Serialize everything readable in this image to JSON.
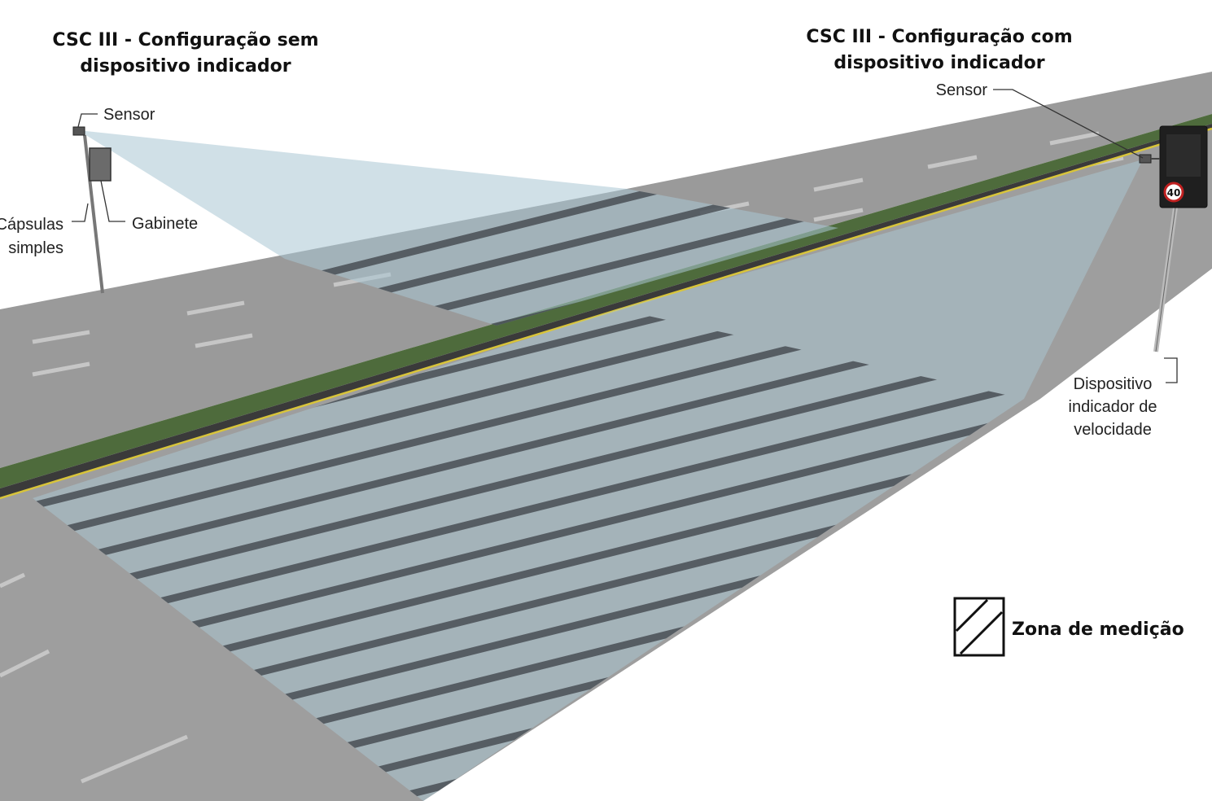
{
  "left_config": {
    "title_line1": "CSC III - Configuração sem",
    "title_line2": "dispositivo indicador",
    "sensor_label": "Sensor",
    "capsules_label_line1": "Cápsulas",
    "capsules_label_line2": "simples",
    "cabinet_label": "Gabinete"
  },
  "right_config": {
    "title_line1": "CSC III - Configuração com",
    "title_line2": "dispositivo indicador",
    "sensor_label": "Sensor",
    "device_label_line1": "Dispositivo",
    "device_label_line2": "indicador de",
    "device_label_line3": "velocidade",
    "speed_sign_value": "40"
  },
  "legend": {
    "label": "Zona de medição",
    "icon": "hatched-square-icon"
  },
  "colors": {
    "road": "#9a9a9a",
    "lane_marking": "#c4c4c4",
    "median_grass": "#4e6b3c",
    "median_yellow": "#d8c43a",
    "beam": "#a9c7d4",
    "hatch": "#3c4046"
  }
}
